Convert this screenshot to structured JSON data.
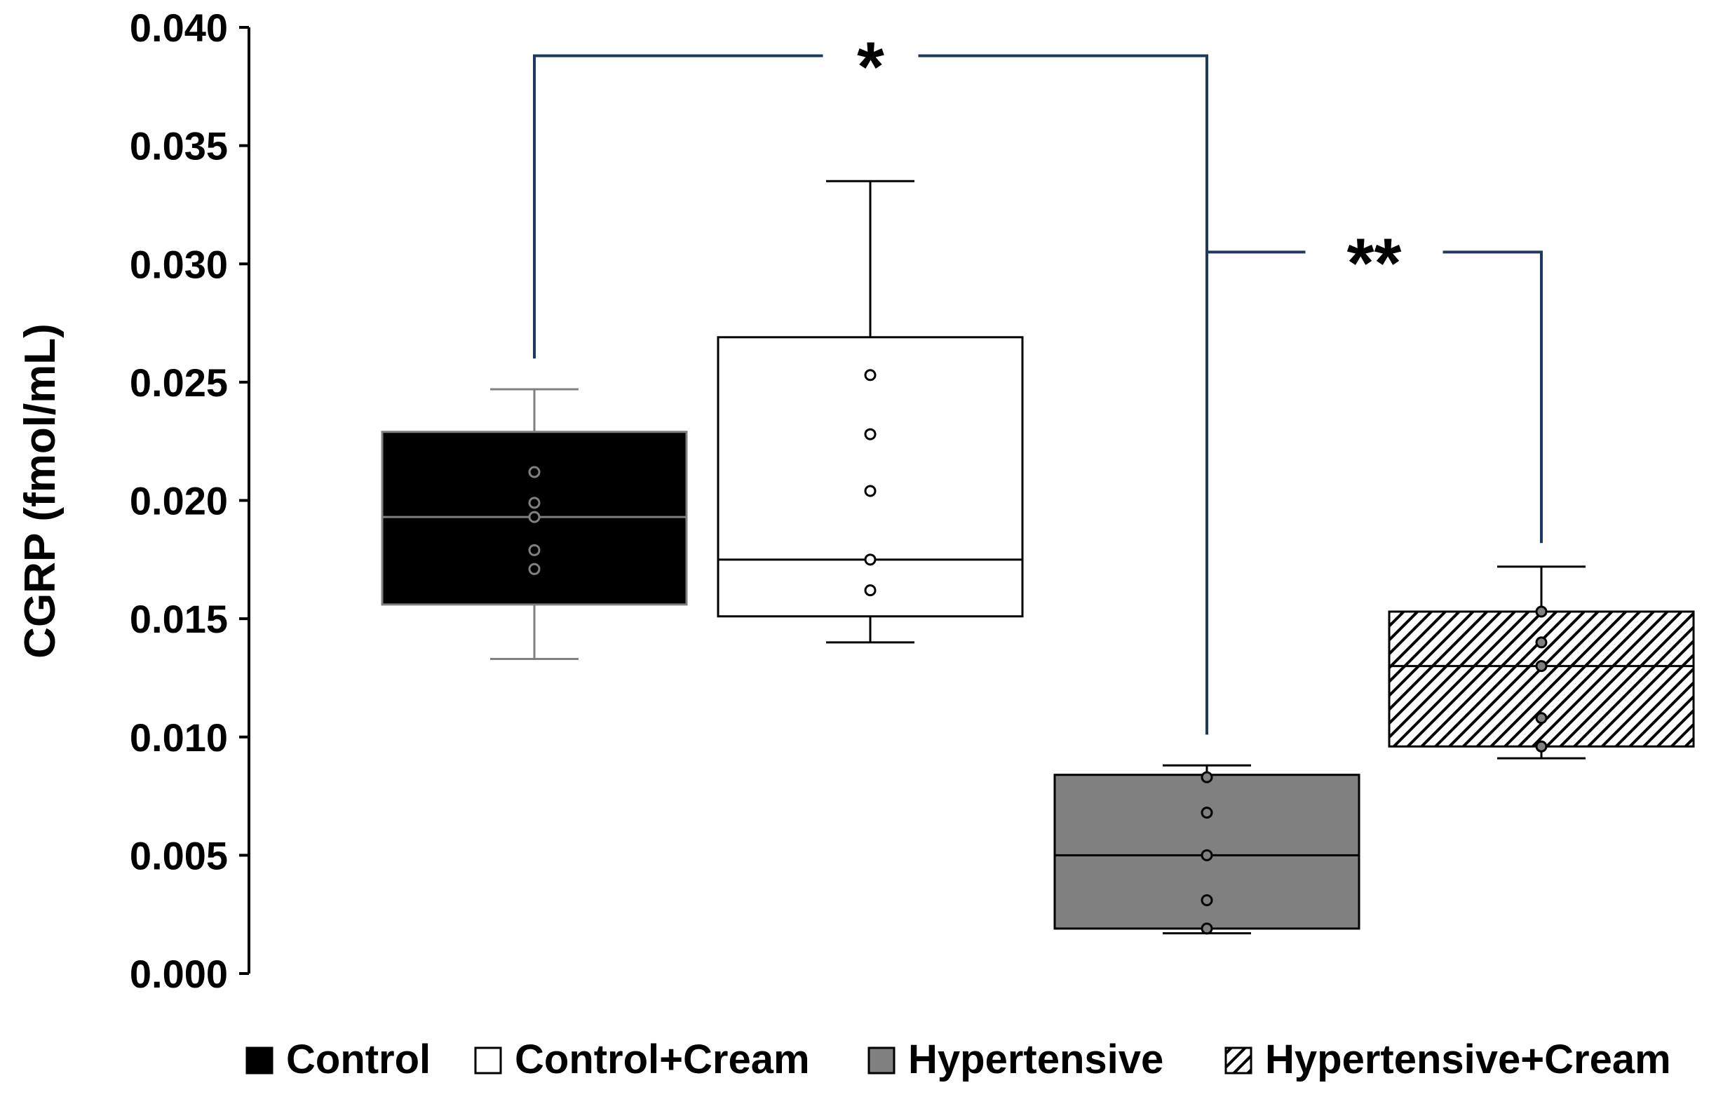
{
  "chart_data": {
    "type": "box",
    "ylabel": "CGRP (fmol/mL)",
    "ylim": [
      0,
      0.04
    ],
    "yticks": [
      "0.000",
      "0.005",
      "0.010",
      "0.015",
      "0.020",
      "0.025",
      "0.030",
      "0.035",
      "0.040"
    ],
    "grid": false,
    "legend_position": "bottom",
    "groups": [
      {
        "name": "Control",
        "style": "solid-black",
        "whisker_low": 0.0133,
        "q1": 0.0156,
        "median": 0.0193,
        "q3": 0.0229,
        "whisker_high": 0.0247,
        "points": [
          0.0171,
          0.0179,
          0.0193,
          0.0199,
          0.0212
        ]
      },
      {
        "name": "Control+Cream",
        "style": "white",
        "whisker_low": 0.014,
        "q1": 0.0151,
        "median": 0.0175,
        "q3": 0.0269,
        "whisker_high": 0.0335,
        "points": [
          0.0162,
          0.0175,
          0.0204,
          0.0228,
          0.0253
        ]
      },
      {
        "name": "Hypertensive",
        "style": "gray",
        "whisker_low": 0.0017,
        "q1": 0.0019,
        "median": 0.005,
        "q3": 0.0084,
        "whisker_high": 0.0088,
        "points": [
          0.0019,
          0.0031,
          0.005,
          0.0068,
          0.0083
        ]
      },
      {
        "name": "Hypertensive+Cream",
        "style": "hatched",
        "whisker_low": 0.0091,
        "q1": 0.0096,
        "median": 0.013,
        "q3": 0.0153,
        "whisker_high": 0.0172,
        "points": [
          0.0096,
          0.0108,
          0.013,
          0.014,
          0.0153
        ]
      }
    ],
    "annotations": [
      {
        "label": "*",
        "from_group": 0,
        "to_group": 2,
        "from_y": 0.026,
        "to_y": 0.0101,
        "bar_y": 0.0388
      },
      {
        "label": "**",
        "from_group": 2,
        "to_group": 3,
        "from_y": 0.0388,
        "to_y": 0.0182,
        "bar_y": 0.0305
      }
    ],
    "colors": {
      "axis": "#000000",
      "bracket": "#1f3a5f",
      "control_fill": "#000000",
      "control_edge": "#808080",
      "hypertensive_fill": "#808080",
      "white_fill": "#ffffff"
    }
  }
}
